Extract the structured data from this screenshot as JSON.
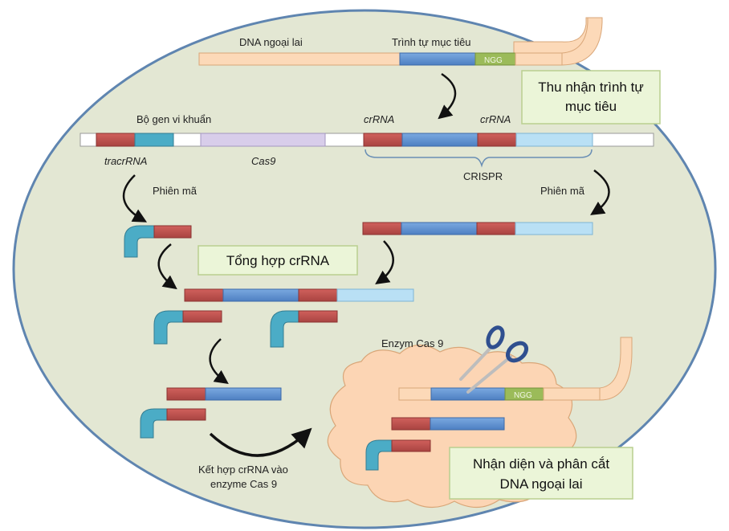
{
  "labels": {
    "foreign_dna": "DNA ngoại lai",
    "target_sequence": "Trình tự mục tiêu",
    "ngg": "NGG",
    "bacterial_genome": "Bộ gen vi khuẩn",
    "crrna_left": "crRNA",
    "crrna_right": "crRNA",
    "tracrrna": "tracrRNA",
    "cas9": "Cas9",
    "crispr": "CRISPR",
    "transcription_left": "Phiên mã",
    "transcription_right": "Phiên mã",
    "enzyme_cas9": "Enzym Cas 9",
    "combine_line1": "Kết hợp crRNA vào",
    "combine_line2": "enzyme Cas 9",
    "ngg_cut": "NGG"
  },
  "boxes": {
    "acquire_line1": "Thu nhận trình tự",
    "acquire_line2": "mục tiêu",
    "synthesis": "Tổng hợp crRNA",
    "recognize_line1": "Nhận diện và phân cắt",
    "recognize_line2": "DNA ngoại lai"
  },
  "colors": {
    "background_cell": "#e3e7d3",
    "cell_border": "#5f85b0",
    "foreign_dna": "#fcd9b8",
    "spacer_blue": "#5b8fd1",
    "repeat_red": "#c0504d",
    "tracr_teal": "#4bacc6",
    "cas9_purple": "#d8cdea",
    "pam_green": "#9bbb59",
    "light_blue": "#b9e0f5",
    "cas9_enzyme": "#fcd5b4",
    "label_box": "#ebf5d8"
  },
  "icons": [
    "scissors-icon",
    "curved-arrow-icon"
  ]
}
